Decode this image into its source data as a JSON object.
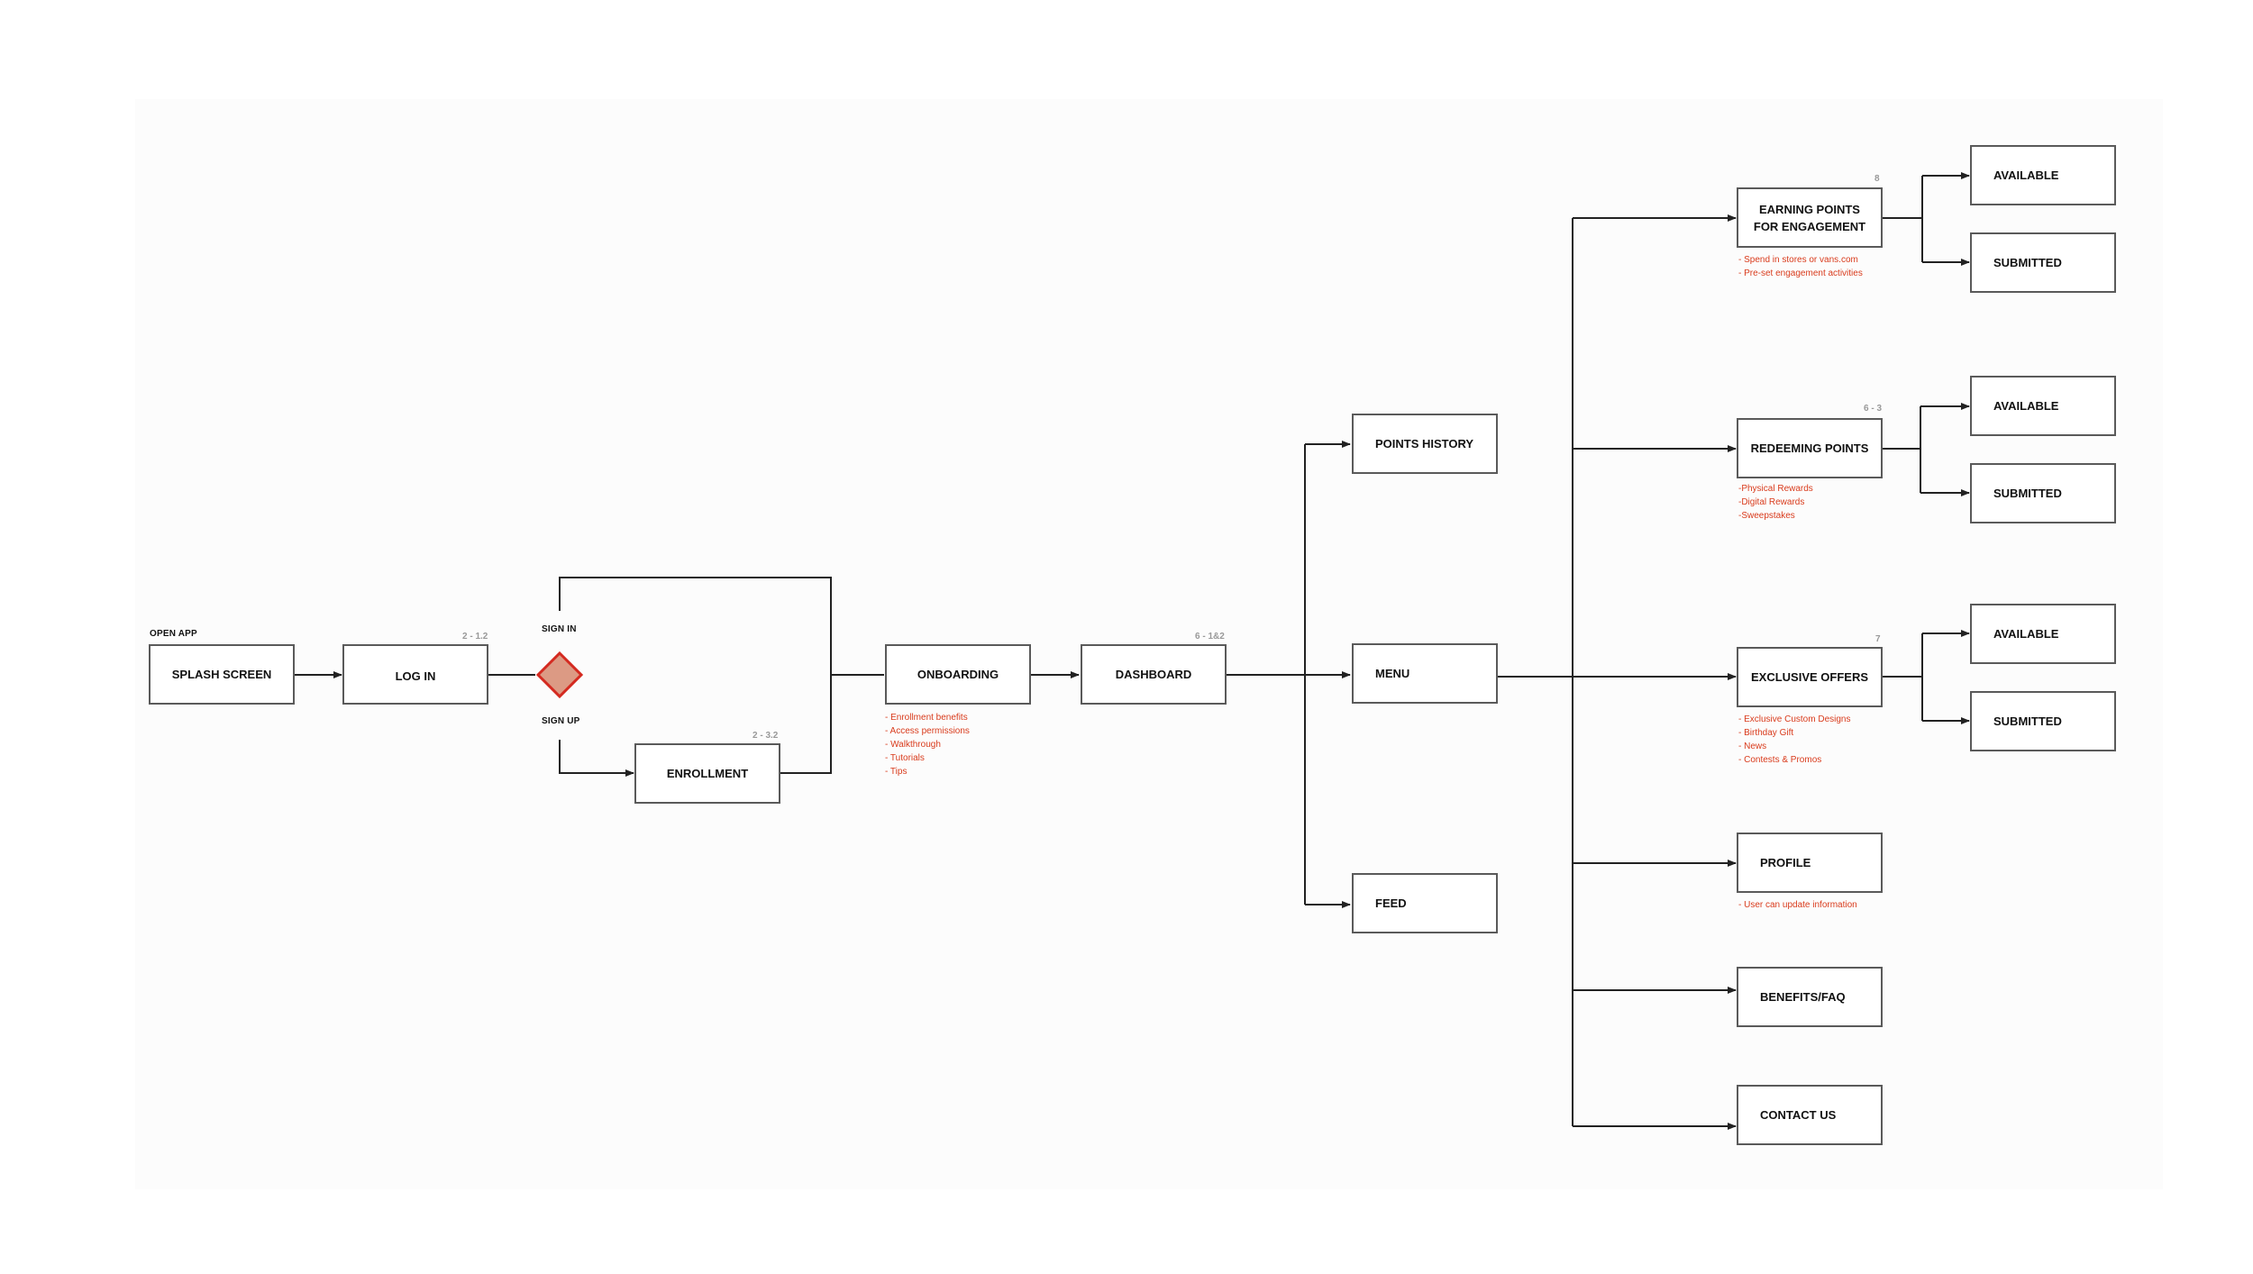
{
  "nodes": {
    "splash": "SPLASH SCREEN",
    "login": "LOG IN",
    "enrollment": "ENROLLMENT",
    "onboarding": "ONBOARDING",
    "dashboard": "DASHBOARD",
    "points_history": "POINTS HISTORY",
    "menu": "MENU",
    "feed": "FEED",
    "earning": "EARNING POINTS\nFOR ENGAGEMENT",
    "redeeming": "REDEEMING POINTS",
    "exclusive": "EXCLUSIVE OFFERS",
    "profile": "PROFILE",
    "benefits": "BENEFITS/FAQ",
    "contact": "CONTACT US",
    "earning_available": "AVAILABLE",
    "earning_submitted": "SUBMITTED",
    "redeeming_available": "AVAILABLE",
    "redeeming_submitted": "SUBMITTED",
    "exclusive_available": "AVAILABLE",
    "exclusive_submitted": "SUBMITTED"
  },
  "labels": {
    "open_app": "OPEN APP",
    "sign_in": "SIGN IN",
    "sign_up": "SIGN UP"
  },
  "tags": {
    "login": "2 - 1.2",
    "enrollment": "2 - 3.2",
    "dashboard": "6 - 1&2",
    "earning": "8",
    "redeeming": "6 - 3",
    "exclusive": "7"
  },
  "notes": {
    "onboarding": [
      "- Enrollment benefits",
      "- Access permissions",
      "- Walkthrough",
      "- Tutorials",
      "- Tips"
    ],
    "earning": [
      "- Spend in stores or vans.com",
      "- Pre-set engagement activities"
    ],
    "redeeming": [
      "-Physical Rewards",
      "-Digital Rewards",
      "-Sweepstakes"
    ],
    "exclusive": [
      "- Exclusive Custom Designs",
      "- Birthday Gift",
      "- News",
      "- Contests & Promos"
    ],
    "profile": [
      "- User can update information"
    ]
  },
  "colors": {
    "decision_fill": "#dc9a84",
    "decision_stroke": "#d42a20",
    "note_text": "#d93b1c",
    "connector": "#222222"
  }
}
